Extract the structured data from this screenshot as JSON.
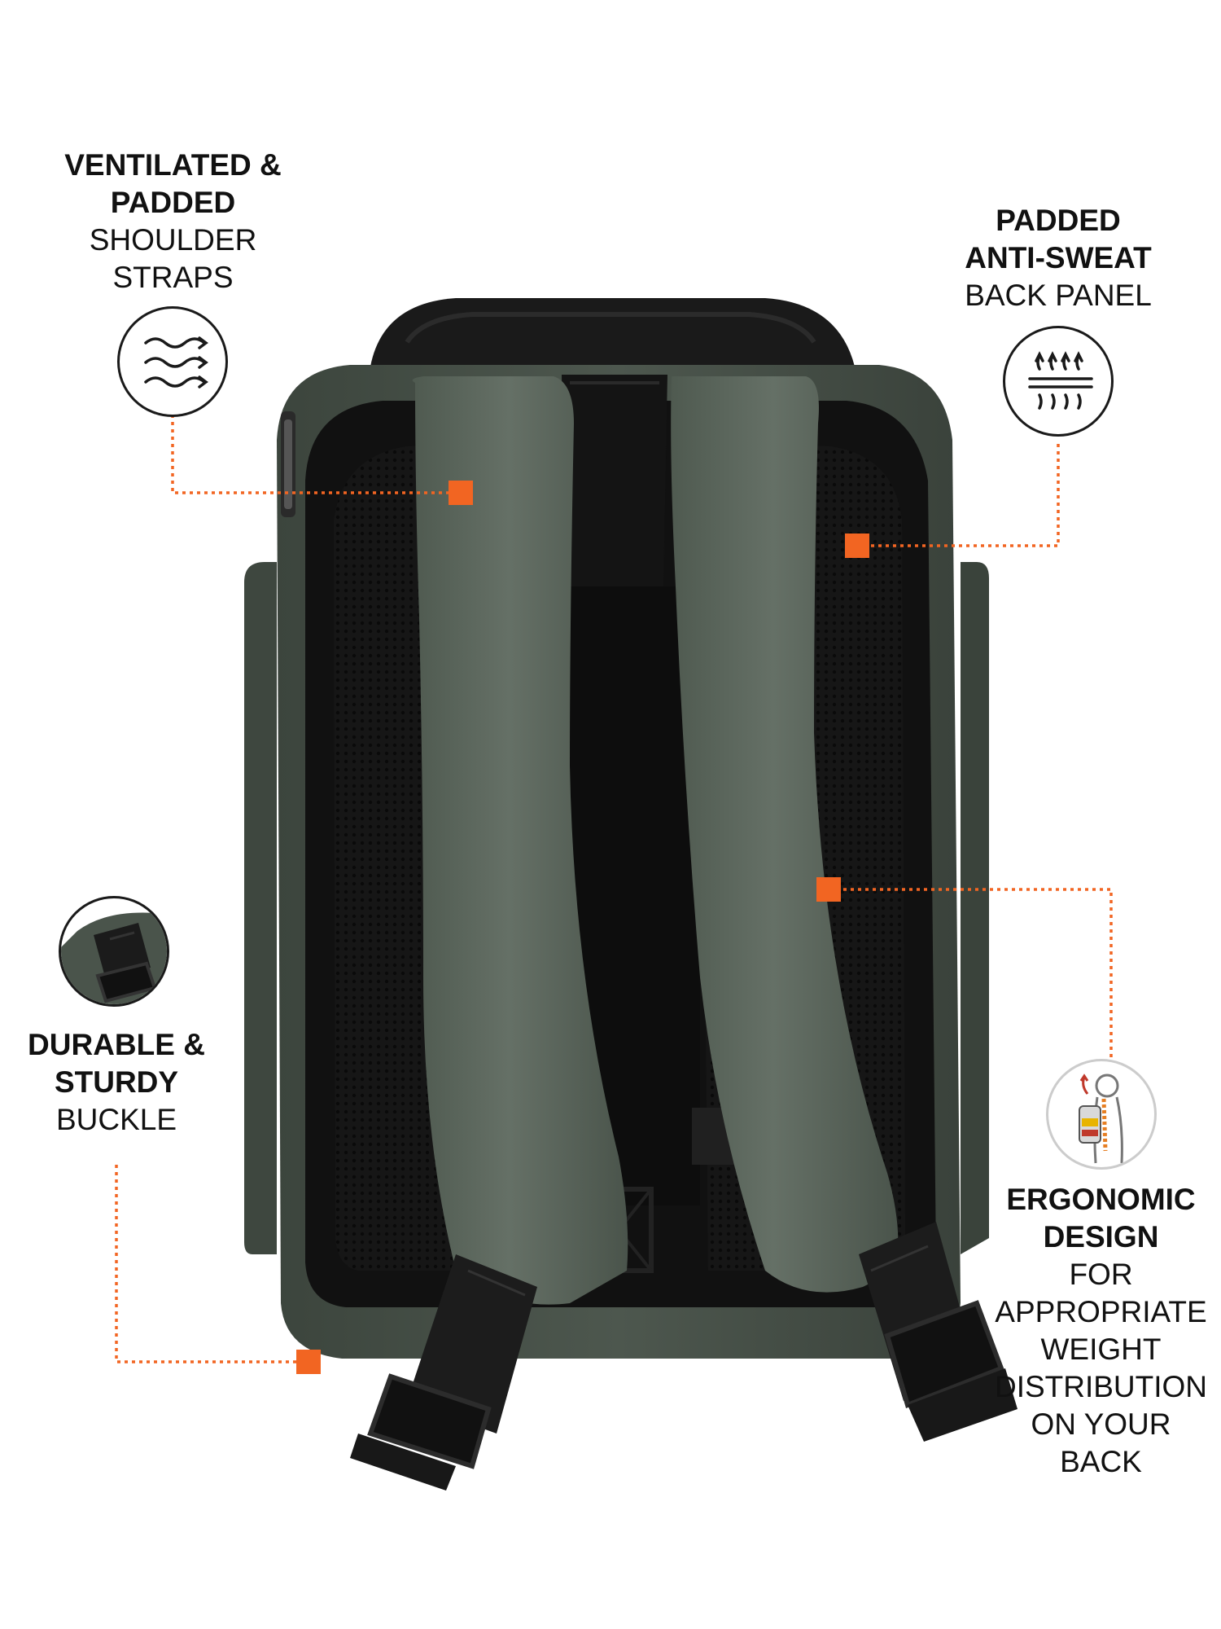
{
  "accent_color": "#f26522",
  "callouts": {
    "shoulder_straps": {
      "bold_lines": [
        "VENTILATED &",
        "PADDED"
      ],
      "light_lines": [
        "SHOULDER",
        "STRAPS"
      ],
      "icon": "airflow-waves-icon"
    },
    "back_panel": {
      "bold_lines": [
        "PADDED",
        "ANTI-SWEAT"
      ],
      "light_lines": [
        "BACK PANEL"
      ],
      "icon": "heat-vent-icon"
    },
    "buckle": {
      "bold_lines": [
        "DURABLE &",
        "STURDY"
      ],
      "light_lines": [
        "BUCKLE"
      ],
      "icon": "buckle-closeup-icon"
    },
    "ergonomic": {
      "bold_lines": [
        "ERGONOMIC",
        "DESIGN"
      ],
      "light_lines": [
        "FOR",
        "APPROPRIATE",
        "WEIGHT",
        "DISTRIBUTION",
        "ON YOUR",
        "BACK"
      ],
      "icon": "posture-figure-icon"
    }
  }
}
